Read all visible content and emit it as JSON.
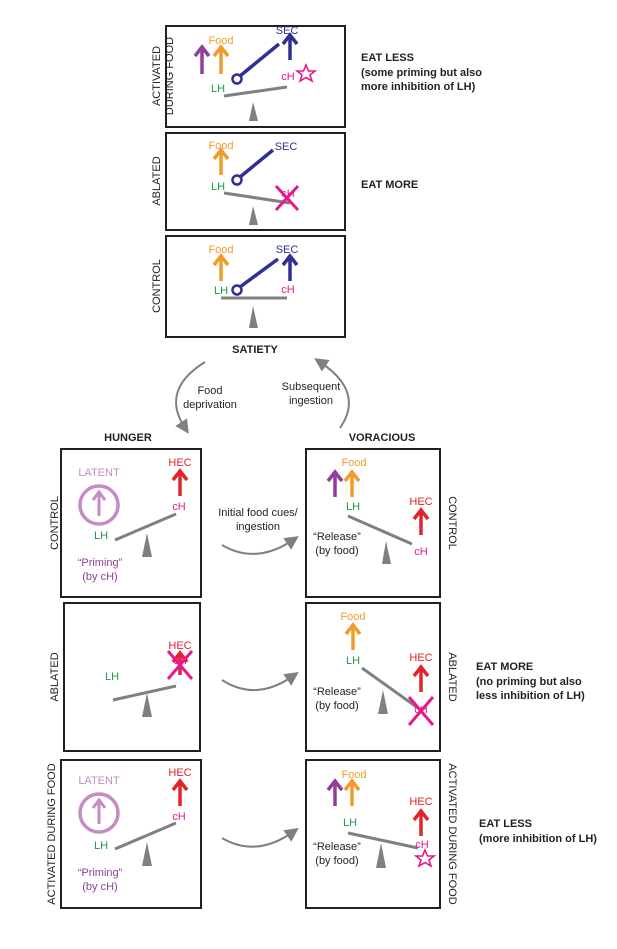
{
  "colors": {
    "food": "#f29b2b",
    "sec": "#2e3192",
    "hec": "#e0242b",
    "lh": "#1f9a48",
    "ch": "#e6198c",
    "priming": "#8e3f97",
    "latent": "#c58bc4",
    "beam": "#808080",
    "box": "#231f20"
  },
  "labels": {
    "food": "Food",
    "sec": "SEC",
    "hec": "HEC",
    "lh": "LH",
    "ch": "cH",
    "latent": "LATENT",
    "priming_1": "“Priming”",
    "priming_2": "(by cH)",
    "release_1": "“Release”",
    "release_2": "(by food)"
  },
  "states": {
    "satiety": "SATIETY",
    "hunger": "HUNGER",
    "voracious": "VORACIOUS"
  },
  "conditions": {
    "control": "CONTROL",
    "ablated": "ABLATED",
    "activated": "ACTIVATED DURING FOOD",
    "activated_line1": "ACTIVATED",
    "activated_line2": "DURING FOOD"
  },
  "transitions": {
    "food_deprivation_1": "Food",
    "food_deprivation_2": "deprivation",
    "subsequent_ingestion_1": "Subsequent",
    "subsequent_ingestion_2": "ingestion",
    "initial_cues_1": "Initial food cues/",
    "initial_cues_2": "ingestion"
  },
  "outcomes": {
    "satiety_activated_1": "EAT LESS",
    "satiety_activated_2": "(some priming but also",
    "satiety_activated_3": "more inhibition of LH)",
    "satiety_ablated": "EAT MORE",
    "voracious_ablated_1": "EAT MORE",
    "voracious_ablated_2": "(no priming but also",
    "voracious_ablated_3": "less inhibition of LH)",
    "voracious_activated_1": "EAT LESS",
    "voracious_activated_2": "(more inhibition of LH)"
  }
}
